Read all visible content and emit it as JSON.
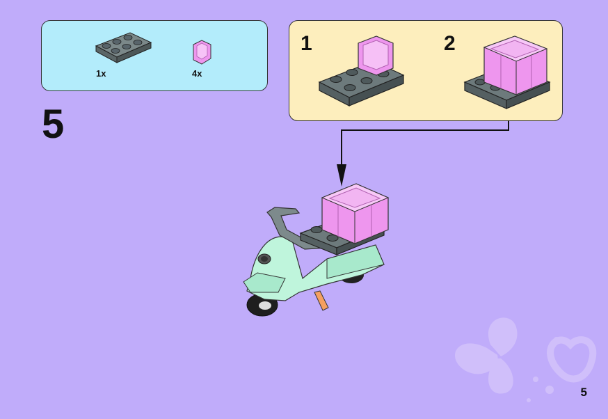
{
  "step": {
    "number": "5"
  },
  "parts": [
    {
      "name": "dark-gray-plate-2x3",
      "quantity": "1x"
    },
    {
      "name": "pink-corner-panel",
      "quantity": "4x"
    }
  ],
  "sub_steps": [
    {
      "number": "1"
    },
    {
      "number": "2"
    }
  ],
  "page": {
    "number": "5"
  },
  "colors": {
    "background": "#c0acfa",
    "parts_box": "#b3ecfb",
    "sub_step_box": "#fdeebd",
    "brick_gray": "#6d7a7c",
    "brick_pink": "#ee96ee",
    "scooter_mint": "#bff5dc"
  }
}
